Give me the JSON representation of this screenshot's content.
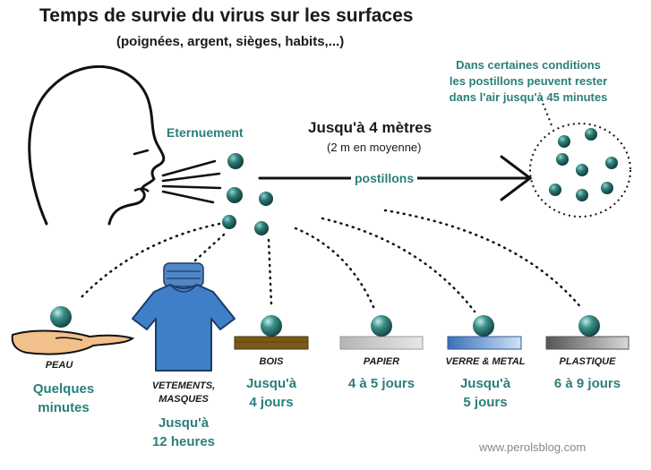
{
  "title": "Temps de survie du virus sur les surfaces",
  "subtitle": "(poignées, argent, sièges, habits,...)",
  "air_note": [
    "Dans certaines conditions",
    "les postillons peuvent rester",
    "dans l'air jusqu'à 45 minutes"
  ],
  "sneeze_label": "Eternuement",
  "distance": {
    "main": "Jusqu'à 4 mètres",
    "sub": "(2 m en moyenne)"
  },
  "droplets_label": "postillons",
  "surfaces": [
    {
      "label": [
        "PEAU"
      ],
      "time": [
        "Quelques",
        "minutes"
      ],
      "icon": "hand-icon"
    },
    {
      "label": [
        "VETEMENTS,",
        "MASQUES"
      ],
      "time": [
        "Jusqu'à",
        "12 heures"
      ],
      "icon": "shirt-icon"
    },
    {
      "label": [
        "BOIS"
      ],
      "time": [
        "Jusqu'à",
        "4 jours"
      ],
      "icon": "wood-surface-icon"
    },
    {
      "label": [
        "PAPIER"
      ],
      "time": [
        "4 à 5 jours"
      ],
      "icon": "paper-surface-icon"
    },
    {
      "label": [
        "VERRE & METAL"
      ],
      "time": [
        "Jusqu'à",
        "5 jours"
      ],
      "icon": "glass-metal-surface-icon"
    },
    {
      "label": [
        "PLASTIQUE"
      ],
      "time": [
        "6 à 9 jours"
      ],
      "icon": "plastic-surface-icon"
    }
  ],
  "watermark": "www.perolsblog.com",
  "colors": {
    "accent": "#2a7f7a",
    "droplet": "#1f5f5c",
    "wood": "#7a5a1a",
    "paper": "#c8c8c8",
    "glass": "#6a9fd6",
    "plastic": "#8a8a8a",
    "shirt": "#3f7fc8",
    "hand": "#f2c08a"
  }
}
